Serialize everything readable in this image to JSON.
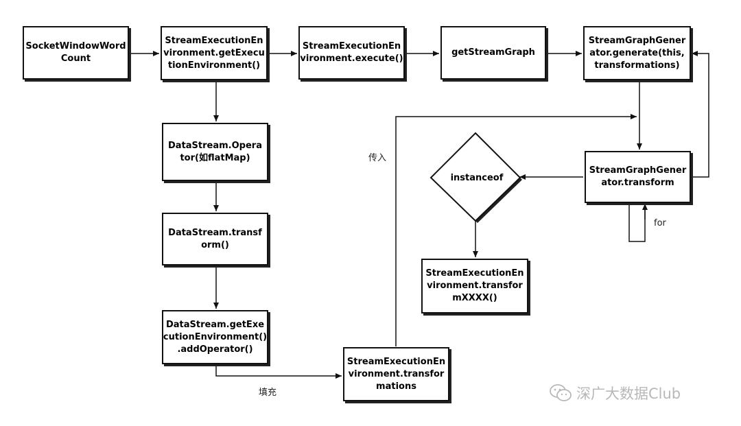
{
  "nodes": {
    "socket_window_word_count": [
      "SocketWindowWord",
      "Count"
    ],
    "get_execution_environment": [
      "StreamExecutionEn",
      "vironment.getExecu",
      "tionEnvironment()"
    ],
    "execute": [
      "StreamExecutionEn",
      "vironment.execute()"
    ],
    "get_stream_graph": [
      "getStreamGraph"
    ],
    "stream_graph_generate": [
      "StreamGraphGener",
      "ator.generate(this,",
      "transformations)"
    ],
    "datastream_operator": [
      "DataStream.Opera",
      "tor(如flatMap)"
    ],
    "datastream_transform": [
      "DataStream.transf",
      "orm()"
    ],
    "add_operator": [
      "DataStream.getExe",
      "cutionEnvironment()",
      ".addOperator()"
    ],
    "transformations": [
      "StreamExecutionEn",
      "vironment.transfor",
      "mations"
    ],
    "stream_graph_transform": [
      "StreamGraphGener",
      "ator.transform"
    ],
    "instanceof": "instanceof",
    "transform_xxxx": [
      "StreamExecutionEn",
      "vironment.transfor",
      "mXXXX()"
    ]
  },
  "edge_labels": {
    "pass_in": "传入",
    "fill": "填充",
    "loop": "for"
  },
  "watermark": {
    "icon": "wechat-icon",
    "text": "深广大数据Club"
  }
}
